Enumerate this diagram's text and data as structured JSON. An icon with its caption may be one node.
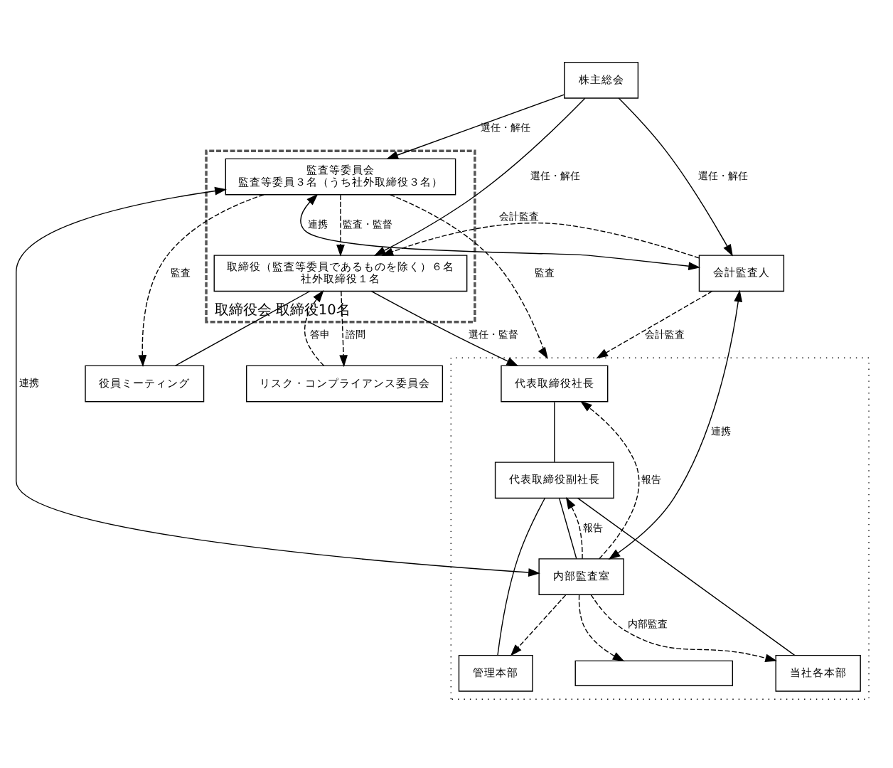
{
  "diagram": {
    "nodes": [
      {
        "text": [
          "株主総会"
        ]
      },
      {
        "text": [
          "取締役会 取締役10名"
        ]
      },
      {
        "text": [
          "監査等委員会",
          "監査等委員３名（うち社外取締役３名）"
        ],
        "in": 1
      },
      {
        "text": [
          "取締役（監査等委員であるものを除く）６名",
          "社外取締役１名"
        ],
        "in": 1
      },
      {
        "text": [
          "会計監査人"
        ]
      },
      {
        "text": [
          "役員ミーティング"
        ]
      },
      {
        "text": [
          "リスク・コンプライアンス委員会"
        ]
      },
      {
        "text": [],
        "shape": "box"
      },
      {
        "text": [
          "代表取締役社長"
        ],
        "in": 7
      },
      {
        "text": [
          "代表取締役副社長"
        ],
        "in": 7
      },
      {
        "text": [
          "内部監査室"
        ],
        "in": 7
      },
      {
        "text": [
          "管理本部"
        ],
        "in": 7
      },
      {
        "text": [
          "当社各本部"
        ],
        "in": 7
      },
      {
        "text": [],
        "shape": "box",
        "in": 7
      }
    ],
    "edges": [
      {
        "from": 0,
        "to": 2,
        "arrow": "to",
        "label": "選任・解任"
      },
      {
        "from": 0,
        "to": 3,
        "arrow": "to",
        "label": "選任・解任"
      },
      {
        "from": 0,
        "to": 4,
        "arrow": "to",
        "label": "選任・解任"
      },
      {
        "from": 2,
        "to": 4,
        "arrow": "both",
        "label": "連携"
      },
      {
        "from": 2,
        "to": 3,
        "arrow": "to",
        "label": "監査・監督",
        "style": "dashed"
      },
      {
        "from": 4,
        "to": 3,
        "arrow": "to",
        "label": "会計監査",
        "style": "dashed"
      },
      {
        "from": 2,
        "to": 5,
        "arrow": "to",
        "label": "監査",
        "style": "dashed"
      },
      {
        "from": 3,
        "to": 5,
        "arrow": "none"
      },
      {
        "from": 3,
        "to": 6,
        "arrow": "to",
        "label": "諮問",
        "style": "dashed"
      },
      {
        "from": 6,
        "to": 3,
        "arrow": "to",
        "label": "答申",
        "style": "dashed"
      },
      {
        "from": 3,
        "to": 8,
        "arrow": "to",
        "label": "選任・監督"
      },
      {
        "from": 2,
        "to": 7,
        "arrow": "to",
        "label": "監査",
        "style": "dashed"
      },
      {
        "from": 4,
        "to": 7,
        "arrow": "to",
        "label": "会計監査",
        "style": "dashed"
      },
      {
        "from": 4,
        "to": 10,
        "arrow": "both",
        "label": "連携"
      },
      {
        "from": 2,
        "to": 10,
        "arrow": "both",
        "label": "連携"
      },
      {
        "from": 10,
        "to": 8,
        "arrow": "to",
        "label": "報告",
        "style": "dashed"
      },
      {
        "from": 10,
        "to": 9,
        "arrow": "to",
        "label": "報告",
        "style": "dashed"
      },
      {
        "from": 8,
        "to": 9,
        "arrow": "none"
      },
      {
        "from": 9,
        "to": 10,
        "arrow": "none"
      },
      {
        "from": 9,
        "to": 11,
        "arrow": "none"
      },
      {
        "from": 9,
        "to": 12,
        "arrow": "none"
      },
      {
        "from": 10,
        "to": 11,
        "arrow": "to",
        "style": "dashed"
      },
      {
        "from": 10,
        "to": 12,
        "arrow": "to",
        "label": "内部監査",
        "style": "dashed"
      },
      {
        "from": 10,
        "to": 13,
        "arrow": "to",
        "style": "dashed"
      }
    ]
  }
}
